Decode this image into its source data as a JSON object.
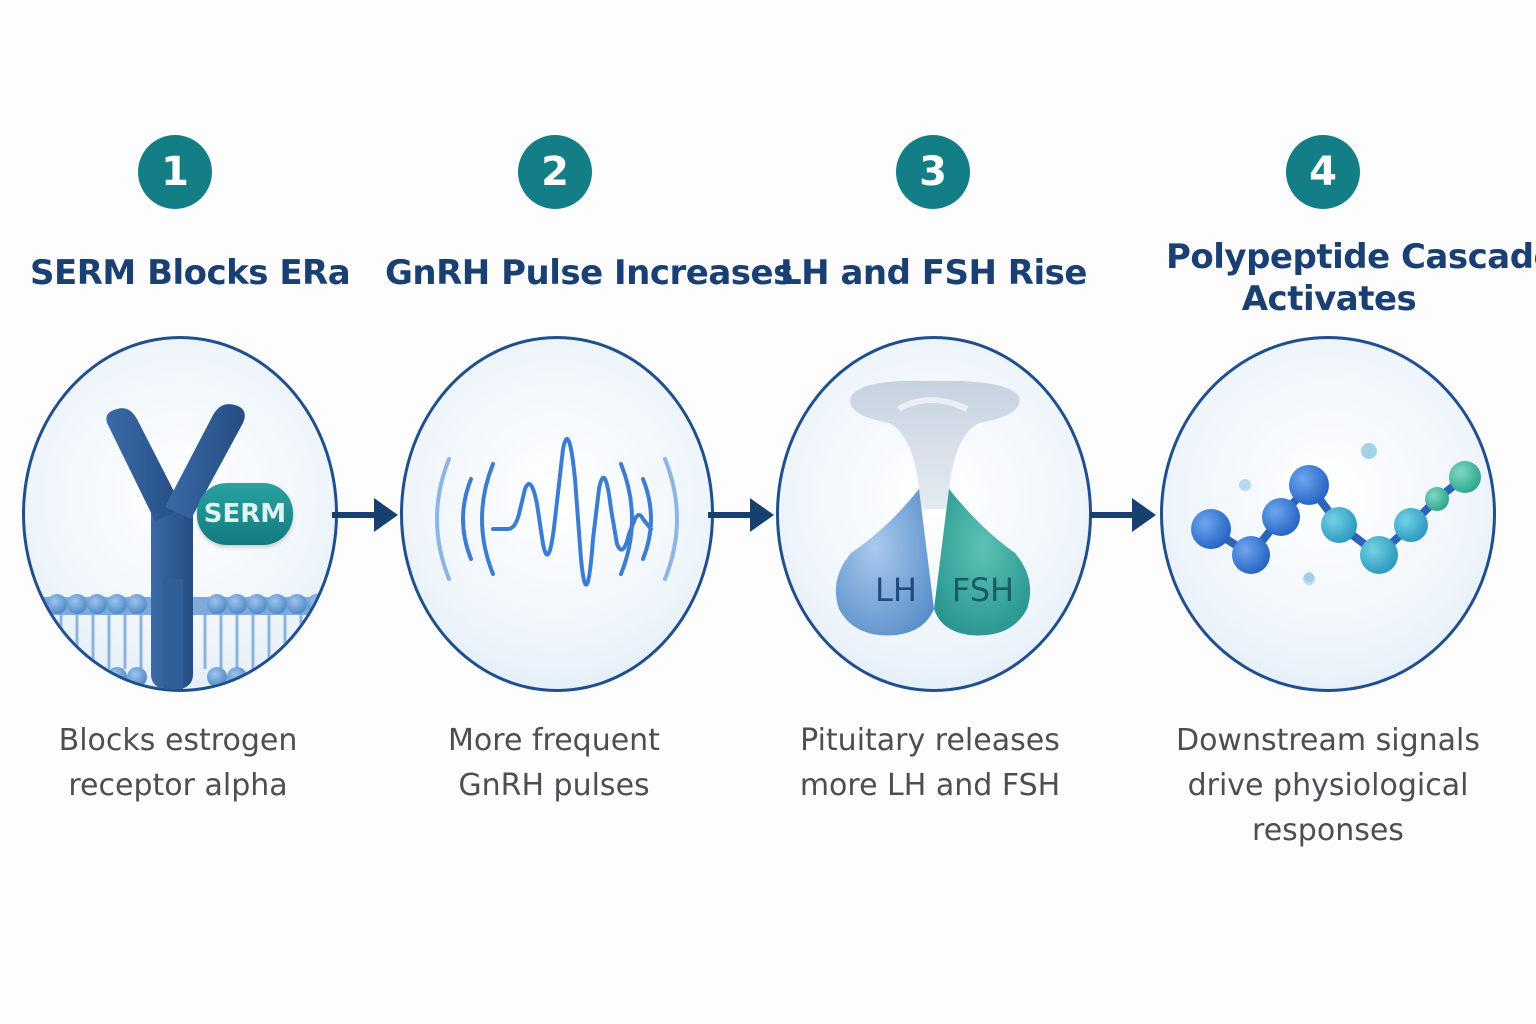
{
  "steps": [
    {
      "number": "1",
      "title_lines": [
        "SERM Blocks ERa"
      ],
      "desc_lines": [
        "Blocks estrogen",
        "receptor alpha"
      ],
      "badge_label": "SERM"
    },
    {
      "number": "2",
      "title_lines": [
        "GnRH Pulse Increases"
      ],
      "desc_lines": [
        "More frequent",
        "GnRH pulses"
      ]
    },
    {
      "number": "3",
      "title_lines": [
        "LH and FSH Rise"
      ],
      "desc_lines": [
        "Pituitary releases",
        "more LH and FSH"
      ],
      "lobe_labels": [
        "LH",
        "FSH"
      ]
    },
    {
      "number": "4",
      "title_lines": [
        "Polypeptide Cascade",
        "Activates"
      ],
      "desc_lines": [
        "Downstream signals",
        "drive physiological",
        "responses"
      ]
    }
  ],
  "colors": {
    "badge": "#137e86",
    "title": "#1a3f73",
    "circle_border": "#1f4f8c",
    "arrow": "#17406f",
    "desc": "#4b4f55"
  }
}
